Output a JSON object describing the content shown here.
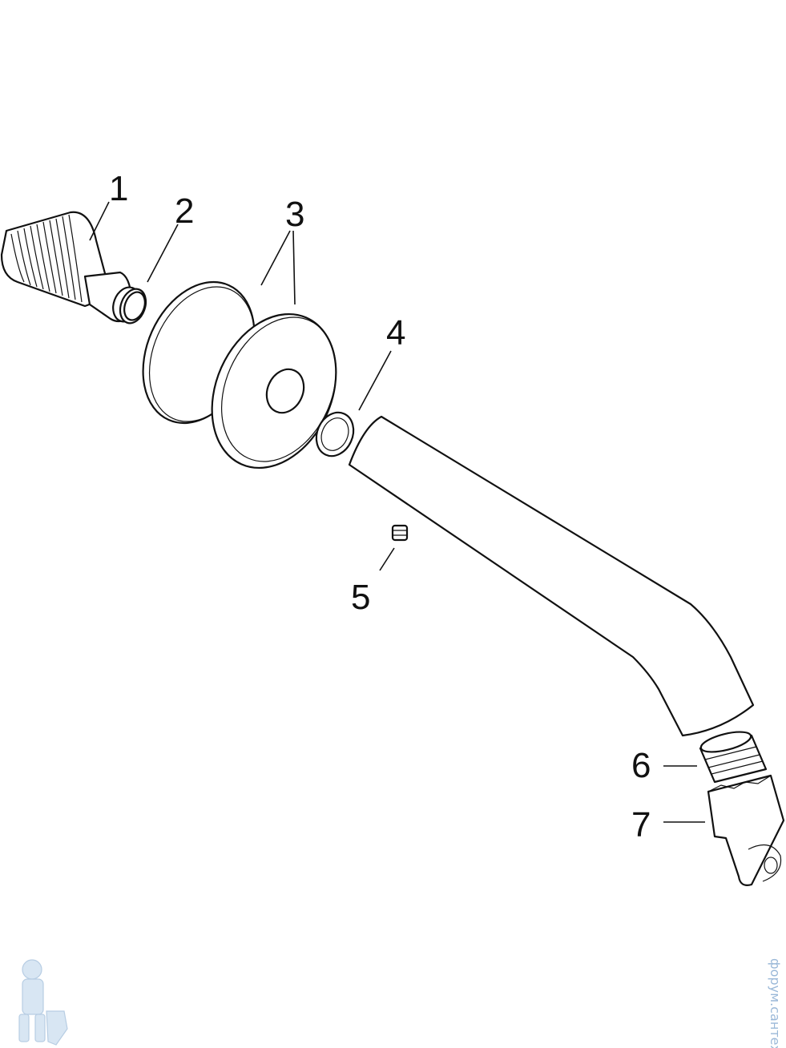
{
  "diagram": {
    "callouts": {
      "c1": "1",
      "c2": "2",
      "c3": "3",
      "c4": "4",
      "c5": "5",
      "c6": "6",
      "c7": "7"
    },
    "watermark_text": "форум.сантехники",
    "colors": {
      "line": "#111111",
      "background": "#ffffff",
      "watermark": "#9ab8d8"
    }
  }
}
